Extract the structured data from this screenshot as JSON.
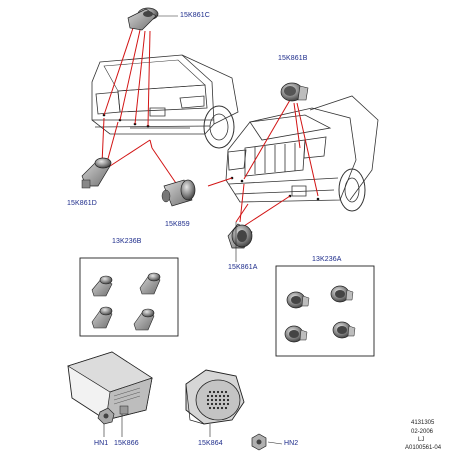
{
  "parts": {
    "p15K861C": "15K861C",
    "p15K861B": "15K861B",
    "p15K861D": "15K861D",
    "p15K859": "15K859",
    "p15K861A": "15K861A",
    "p13K236B": "13K236B",
    "p13K236A": "13K236A",
    "pHN1": "HN1",
    "p15K866": "15K866",
    "p15K864": "15K864",
    "pHN2": "HN2"
  },
  "ref": {
    "number": "4131305",
    "date": "02-2006",
    "code": "LJ",
    "id": "A0100561-04"
  },
  "colors": {
    "leader": "#d21414",
    "label": "#1b2a8a",
    "line": "#2a2a2a",
    "part_fill": "#9a9a9a"
  }
}
